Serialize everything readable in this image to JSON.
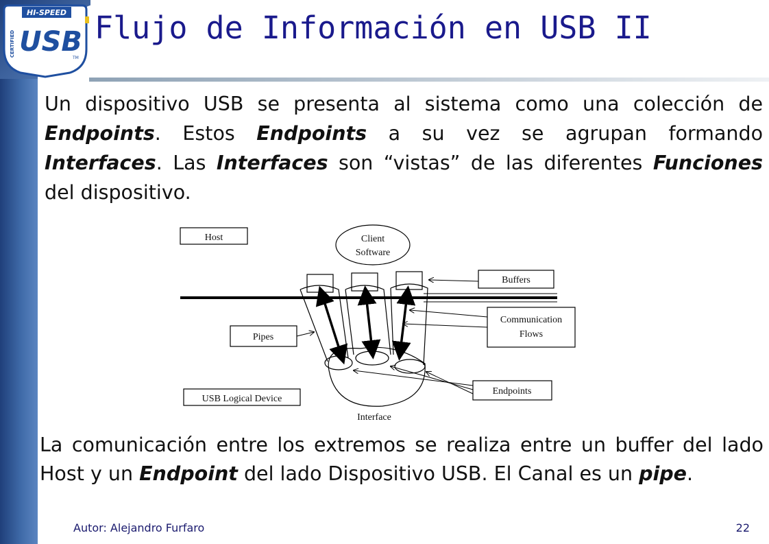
{
  "slide": {
    "title": "Flujo de Información en USB II",
    "footer_author": "Autor: Alejandro Furfaro",
    "page_number": "22"
  },
  "logo": {
    "top_text": "HI-SPEED",
    "side_text": "CERTIFIED",
    "main_text": "USB",
    "tm": "TM"
  },
  "paragraph1": {
    "t1": "Un dispositivo USB se presenta al sistema como una colección de ",
    "b1": "Endpoints",
    "t2": ". Estos ",
    "b2": "Endpoints",
    "t3": " a su vez se agrupan formando ",
    "b3": "Interfaces",
    "t4": ". Las ",
    "b4": "Interfaces",
    "t5": " son “vistas” de las diferentes ",
    "b5": "Funciones",
    "t6": " del dispositivo."
  },
  "diagram": {
    "host": "Host",
    "client_software_1": "Client",
    "client_software_2": "Software",
    "buffers": "Buffers",
    "communication_flows_1": "Communication",
    "communication_flows_2": "Flows",
    "pipes": "Pipes",
    "endpoints": "Endpoints",
    "usb_logical_device": "USB Logical Device",
    "interface": "Interface"
  },
  "paragraph2": {
    "t1": "La comunicación entre los extremos se realiza entre un buffer del lado Host y un ",
    "b1": "Endpoint",
    "t2": " del lado Dispositivo USB. El Canal es un ",
    "b2": "pipe",
    "t3": "."
  },
  "colors": {
    "title": "#1a1a8c",
    "sidebar": "#3f6aa8",
    "logo_blue": "#1f4fa0"
  }
}
